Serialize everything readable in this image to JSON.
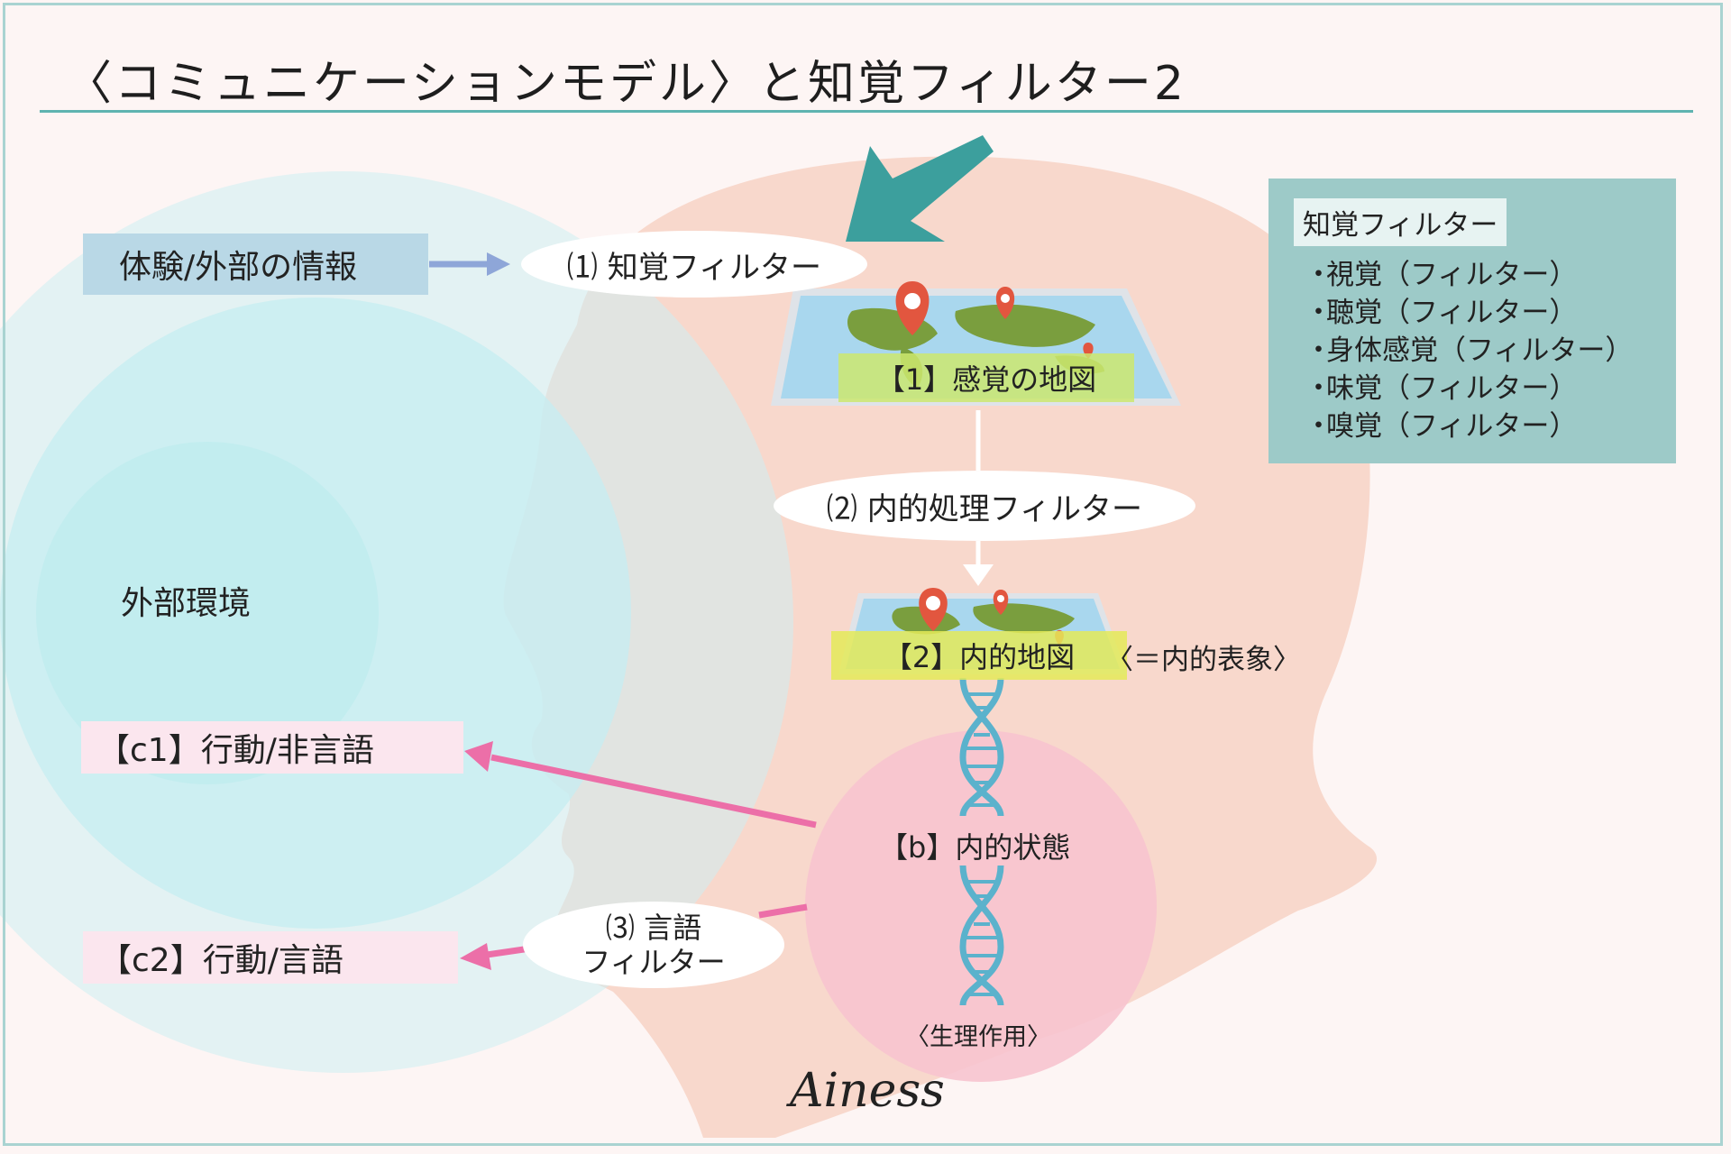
{
  "title": "〈コミュニケーションモデル〉と知覚フィルター2",
  "input_label": "体験/外部の情報",
  "environment_label": "外部環境",
  "filters": {
    "perceptual": "⑴ 知覚フィルター",
    "internal_processing": "⑵ 内的処理フィルター",
    "language_line1": "⑶ 言語",
    "language_line2": "フィルター"
  },
  "maps": {
    "sensory": "【1】感覚の地図",
    "internal": "【2】内的地図",
    "internal_note": "〈＝内的表象〉"
  },
  "internal_state": "【b】内的状態",
  "physiology": "〈生理作用〉",
  "outputs": {
    "c1": "【c1】行動/非言語",
    "c2": "【c2】行動/言語"
  },
  "filter_panel": {
    "title": "知覚フィルター",
    "items": [
      "視覚（フィルター）",
      "聴覚（フィルター）",
      "身体感覚（フィルター）",
      "味覚（フィルター）",
      "嗅覚（フィルター）"
    ],
    "bullet": "・"
  },
  "signature": "Ainess",
  "colors": {
    "background": "#fdf5f4",
    "head": "#f8d6c9",
    "environment": "#cdeff2",
    "teal_arrow": "#3c9f9d",
    "pink_arrow": "#ec6fa8",
    "blue_arrow": "#8ea6d8",
    "inner_circle": "#f7c4cf",
    "dna": "#5bb2cc",
    "map_water": "#a9d7ee",
    "map_land": "#7a9e3e",
    "pin": "#e2563f"
  }
}
